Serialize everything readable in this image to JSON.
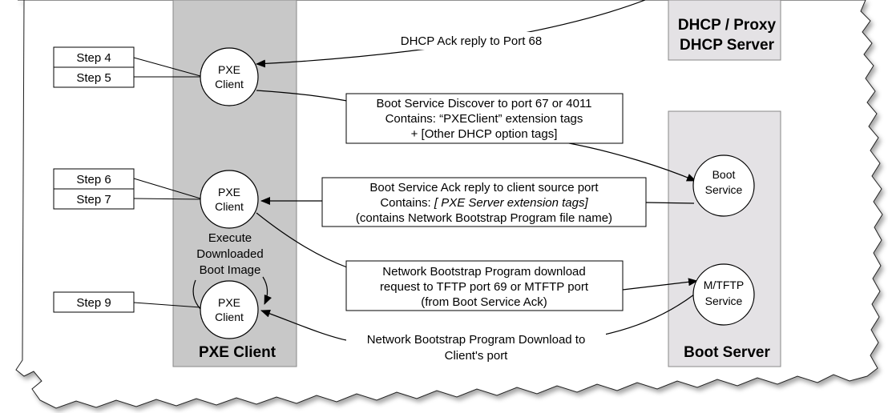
{
  "lanes": {
    "pxe_client": "PXE Client",
    "dhcp_line1": "DHCP / Proxy",
    "dhcp_line2": "DHCP Server",
    "boot_server": "Boot Server"
  },
  "nodes": {
    "pxe1": [
      "PXE",
      "Client"
    ],
    "pxe2": [
      "PXE",
      "Client"
    ],
    "pxe3": [
      "PXE",
      "Client"
    ],
    "boot_service": [
      "Boot",
      "Service"
    ],
    "mtftp_service": [
      "M/TFTP",
      "Service"
    ]
  },
  "steps": [
    "Step 4",
    "Step 5",
    "Step 6",
    "Step 7",
    "Step 9"
  ],
  "execute_label": [
    "Execute",
    "Downloaded",
    "Boot Image"
  ],
  "messages": {
    "dhcp_ack": "DHCP Ack reply to Port 68",
    "boot_discover": [
      "Boot Service Discover to port 67 or 4011",
      "Contains: “PXEClient” extension tags",
      "+ [Other DHCP option tags]"
    ],
    "boot_ack_line1": "Boot Service Ack reply to client source port",
    "boot_ack_line2_prefix": "Contains: ",
    "boot_ack_line2_italic": "[ PXE Server extension tags]",
    "boot_ack_line3": "(contains Network Bootstrap Program file name)",
    "nbp_request": [
      "Network Bootstrap Program download",
      "request to TFTP port 69 or MTFTP port",
      "(from Boot Service Ack)"
    ],
    "nbp_download": [
      "Network Bootstrap Program Download to",
      "Client's port"
    ]
  },
  "colors": {
    "pxe_lane": "#c8c8c8",
    "server_lane": "#e4e2e5",
    "stroke": "#000000"
  }
}
